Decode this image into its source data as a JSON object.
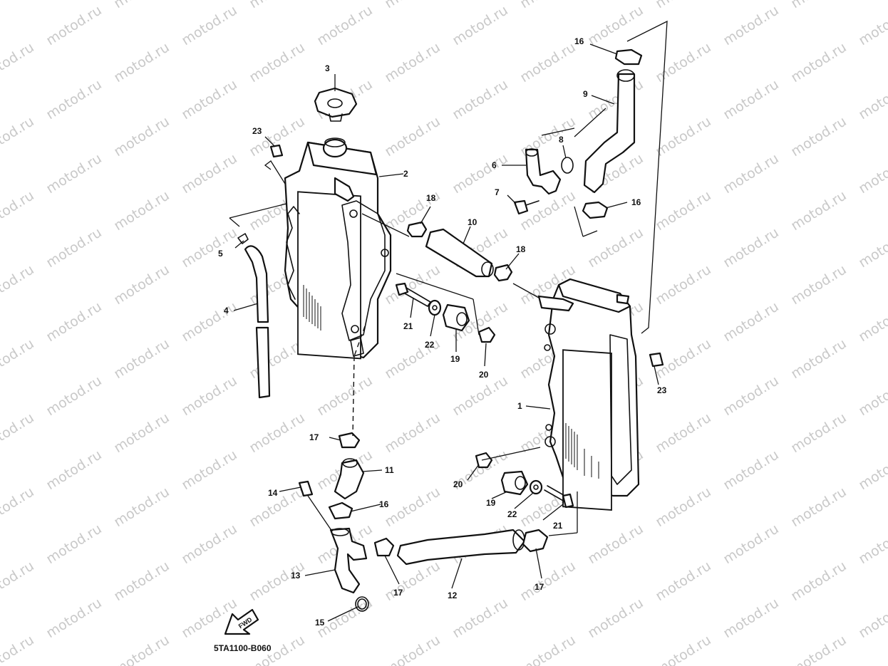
{
  "watermark": "motod.ru",
  "diagram_code": "5TA1100-B060",
  "fwd_label": "FWD",
  "callouts": {
    "c1": "1",
    "c2": "2",
    "c3": "3",
    "c4": "4",
    "c5": "5",
    "c6": "6",
    "c7": "7",
    "c8": "8",
    "c9": "9",
    "c10": "10",
    "c11": "11",
    "c12": "12",
    "c13": "13",
    "c14": "14",
    "c15": "15",
    "c16a": "16",
    "c16b": "16",
    "c16c": "16",
    "c17a": "17",
    "c17b": "17",
    "c17c": "17",
    "c18a": "18",
    "c18b": "18",
    "c19a": "19",
    "c19b": "19",
    "c20a": "20",
    "c20b": "20",
    "c21a": "21",
    "c21b": "21",
    "c22a": "22",
    "c22b": "22",
    "c23a": "23",
    "c23b": "23"
  }
}
